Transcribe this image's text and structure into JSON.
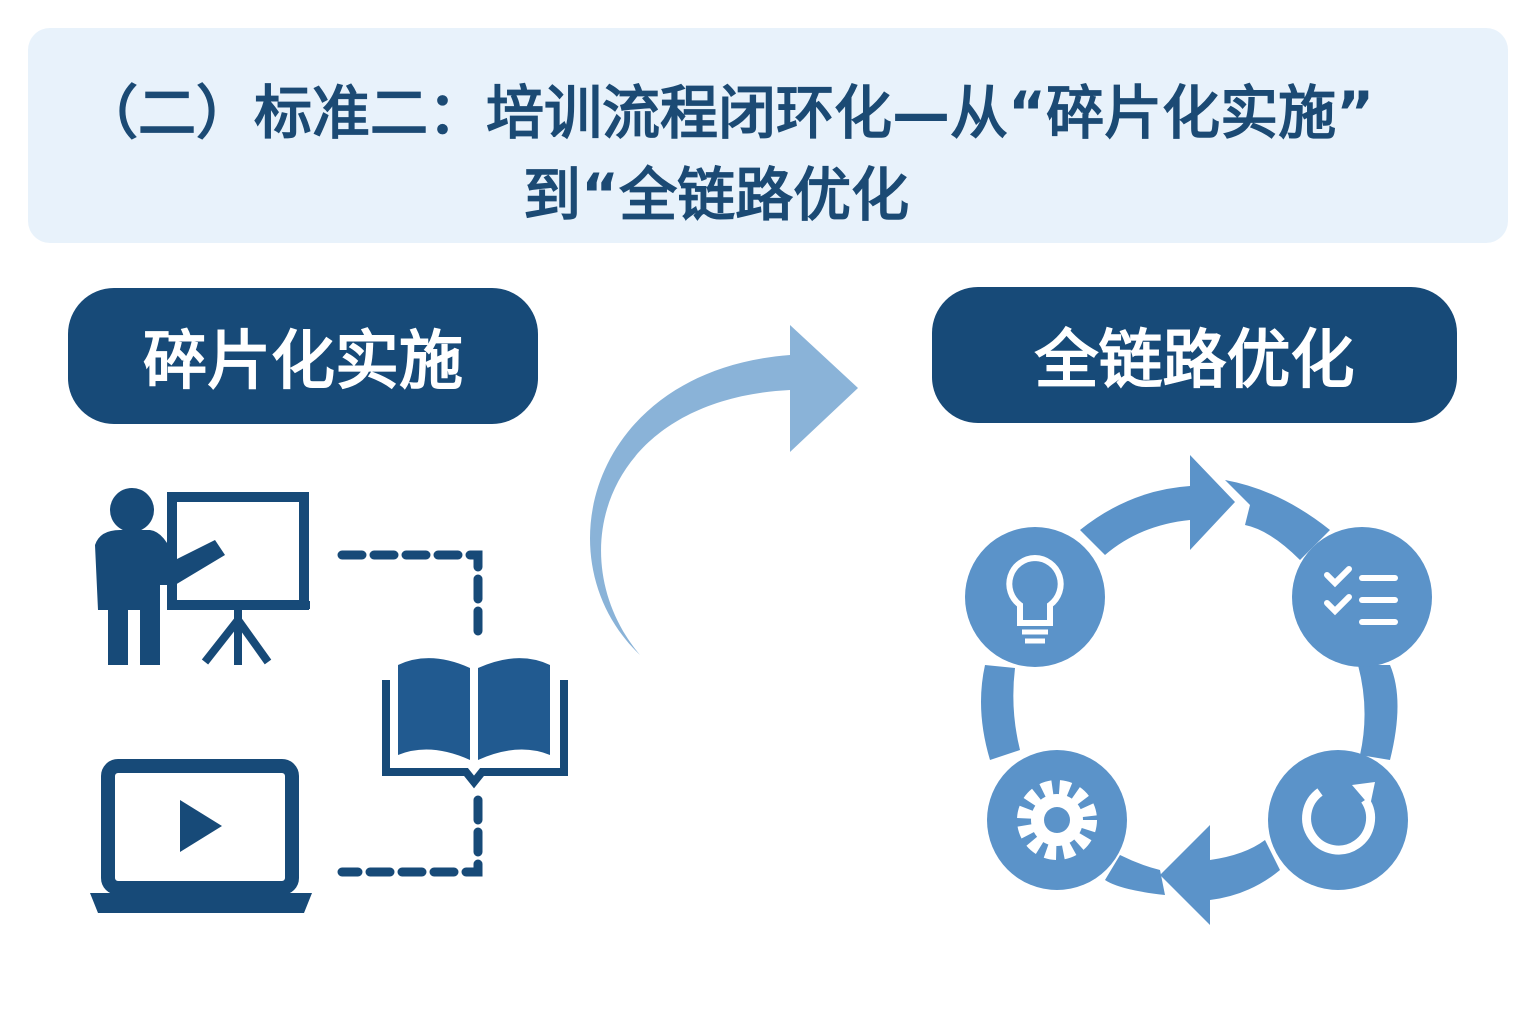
{
  "title": {
    "line1": "（二）标准二：培训流程闭环化—从“碎片化实施”",
    "line2": "到“全链路优化"
  },
  "left": {
    "label": "碎片化实施",
    "icons": [
      "teacher-presentation-icon",
      "book-icon",
      "laptop-video-icon"
    ]
  },
  "right": {
    "label": "全链路优化",
    "icons": [
      "lightbulb-icon",
      "checklist-icon",
      "refresh-icon",
      "gear-icon"
    ]
  },
  "colors": {
    "dark": "#174a78",
    "mid": "#5b93c9",
    "light": "#8ab3d8",
    "bg": "#e8f2fb"
  }
}
